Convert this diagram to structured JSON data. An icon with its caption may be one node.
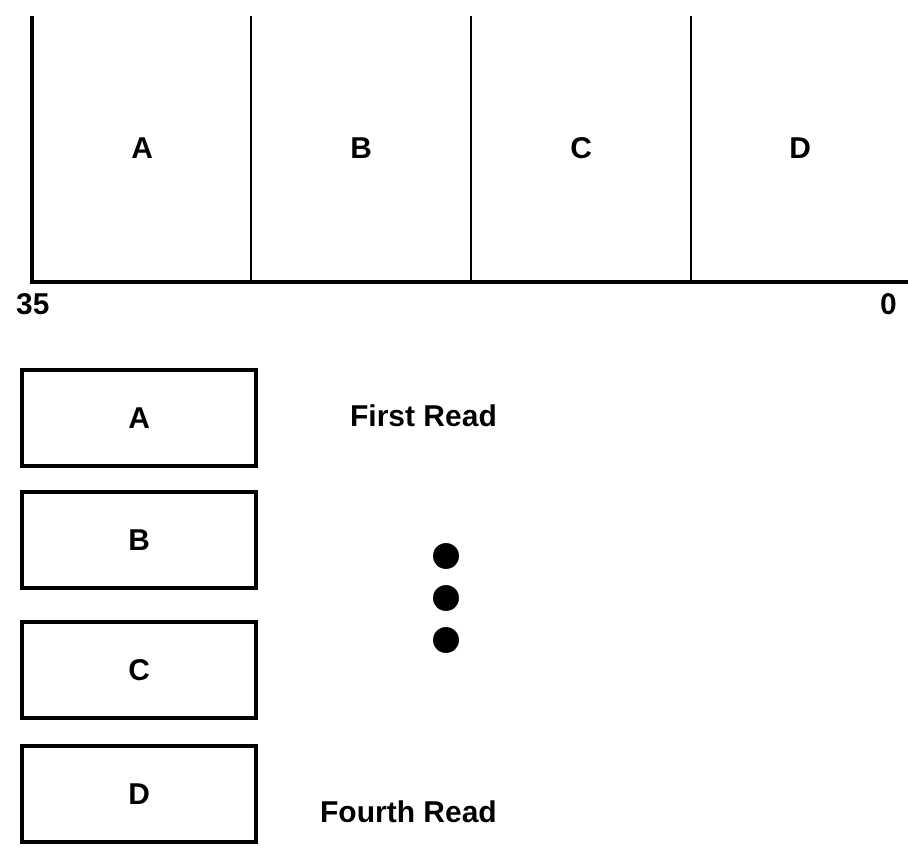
{
  "diagram": {
    "nodes": [
      {
        "text": [
          "A"
        ]
      },
      {
        "text": [
          "B"
        ]
      },
      {
        "text": [
          "C"
        ]
      },
      {
        "text": [
          "D"
        ]
      },
      {
        "text": [
          "A"
        ],
        "beside": [
          "First Read"
        ]
      },
      {
        "text": [
          "B"
        ]
      },
      {
        "text": [
          "C"
        ]
      },
      {
        "text": [
          "D"
        ],
        "beside": [
          "Fourth Read"
        ]
      }
    ],
    "labels": [
      "35",
      "0"
    ]
  }
}
